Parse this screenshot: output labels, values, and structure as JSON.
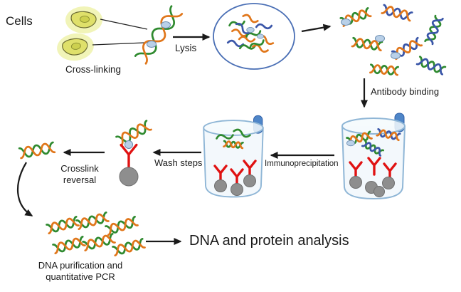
{
  "diagram": {
    "labels": {
      "cells": "Cells",
      "cross_linking": "Cross-linking",
      "lysis": "Lysis",
      "antibody_binding": "Antibody binding",
      "immunoprecipitation": "Immunoprecipitation",
      "wash_steps": "Wash steps",
      "crosslink_reversal": "Crosslink reversal",
      "dna_purification": "DNA purification and quantitative PCR",
      "analysis": "DNA and protein analysis"
    },
    "icons": {
      "dna_helix": "green-orange-double-helix",
      "antibody": "red-y-antibody",
      "bead": "gray-bead",
      "cell": "yellow-cell",
      "tube": "transparent-tube-with-blue-tab",
      "lysed_circle": "circle-of-tangled-chromatin",
      "arrow": "black-flow-arrow"
    }
  },
  "colors": {
    "strand_green": "#2f8a2f",
    "strand_orange": "#e0761a",
    "strand_blue": "#3a56a8",
    "antibody_red": "#e01212",
    "bead_gray": "#8e8e8e",
    "cell_body": "#dfe06a",
    "cell_halo": "#eef2ab",
    "tube_fill": "#e9f3fa",
    "tube_stroke": "#8fb6d6",
    "tube_tab": "#4f86c8",
    "protein_fill": "#b9d0e8",
    "circle_stroke": "#4a6fb5",
    "arrow": "#1a1a1a",
    "text": "#1a1a1a",
    "background": "#ffffff"
  }
}
